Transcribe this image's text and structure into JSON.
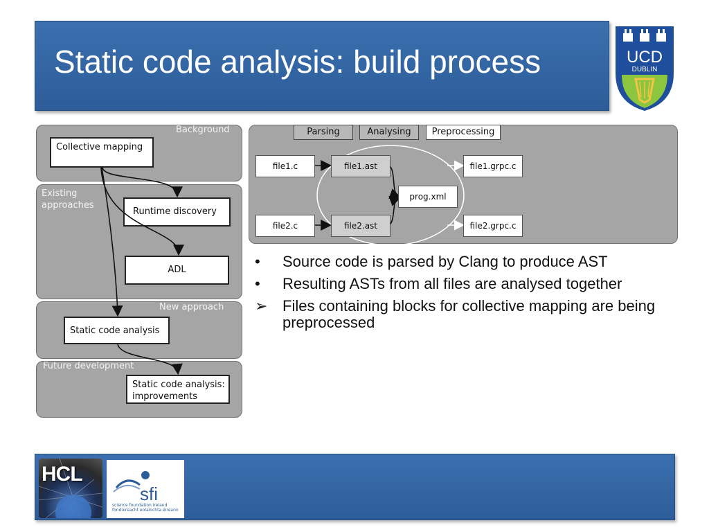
{
  "slide": {
    "title": "Static code analysis: build process"
  },
  "left_diagram": {
    "sections": {
      "background": "Background",
      "existing_line1": "Existing",
      "existing_line2": "approaches",
      "new_approach": "New approach",
      "future": "Future development"
    },
    "boxes": {
      "collective_mapping": "Collective mapping",
      "runtime_discovery": "Runtime discovery",
      "adl": "ADL",
      "static_code_analysis": "Static code analysis",
      "improvements_line1": "Static code analysis:",
      "improvements_line2": "improvements"
    }
  },
  "right_diagram": {
    "tabs": [
      "Parsing",
      "Analysing",
      "Preprocessing"
    ],
    "active_tab": "Preprocessing",
    "files": {
      "file1_c": "file1.c",
      "file1_ast": "file1.ast",
      "prog_xml": "prog.xml",
      "file1_grpc": "file1.grpc.c",
      "file2_c": "file2.c",
      "file2_ast": "file2.ast",
      "file2_grpc": "file2.grpc.c"
    }
  },
  "bullets": [
    {
      "marker": "•",
      "text": "Source code is parsed by Clang to produce AST"
    },
    {
      "marker": "•",
      "text": "Resulting ASTs from all files are analysed together"
    },
    {
      "marker": "➢",
      "text": "Files containing blocks for collective mapping are being preprocessed"
    }
  ],
  "logos": {
    "ucd_line1": "UCD",
    "ucd_line2": "DUBLIN",
    "hcl": "HCL",
    "sfi": "sfi",
    "sfi_sub1": "science foundation ireland",
    "sfi_sub2": "fondúireacht eolaíochta éireann"
  },
  "colors": {
    "title_bar": "#3b6fae",
    "panel": "#a5a5a5",
    "title_text": "#ffffff"
  }
}
